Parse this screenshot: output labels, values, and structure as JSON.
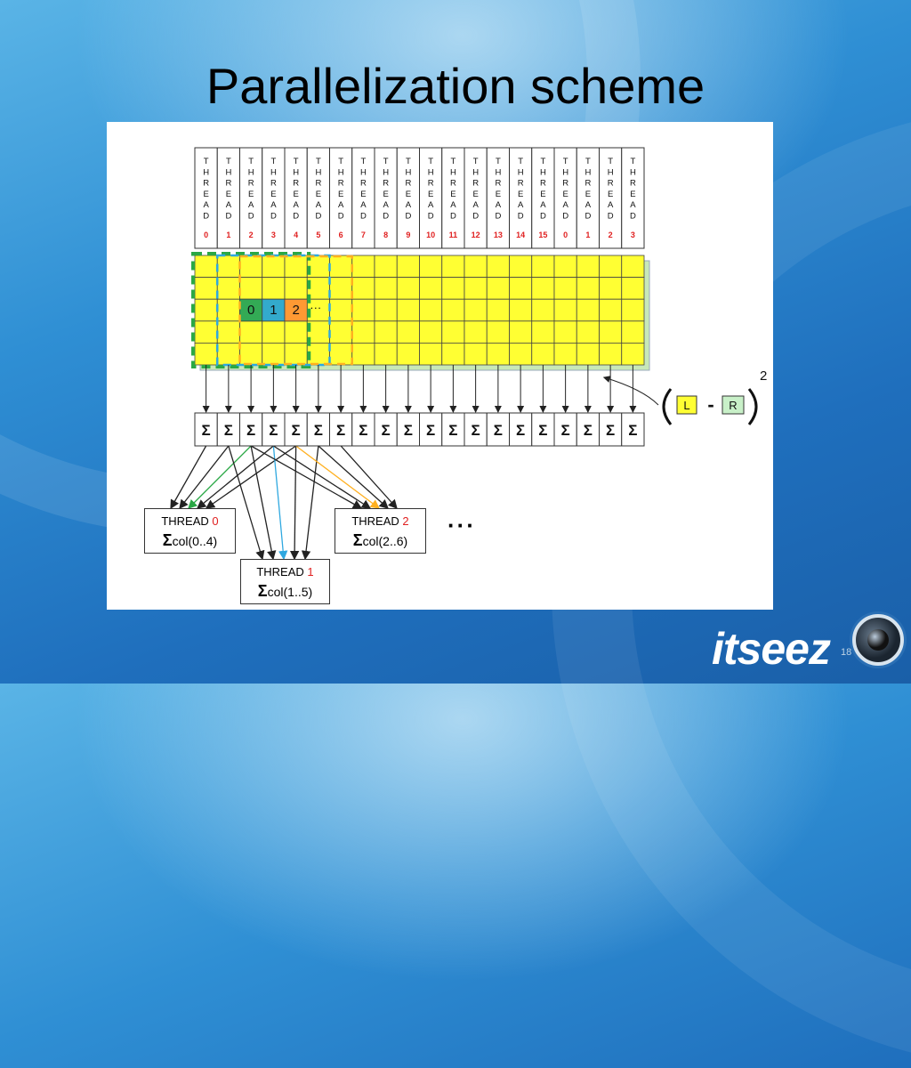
{
  "slide": {
    "title": "Parallelization scheme",
    "page_number": "18",
    "logo_text": "itseez"
  },
  "diagram": {
    "thread_header": {
      "letters": [
        "T",
        "H",
        "R",
        "E",
        "A",
        "D"
      ],
      "ids": [
        "0",
        "1",
        "2",
        "3",
        "4",
        "5",
        "6",
        "7",
        "8",
        "9",
        "10",
        "11",
        "12",
        "13",
        "14",
        "15",
        "0",
        "1",
        "2",
        "3"
      ]
    },
    "grid": {
      "columns": 20,
      "rows": 5,
      "fill_color": "#ffff33",
      "cell_labels": [
        "0",
        "1",
        "2"
      ],
      "cell_label_colors": [
        "#33aa55",
        "#33aacc",
        "#ff9933"
      ],
      "ellipsis": "···"
    },
    "sum_row": {
      "symbol": "Σ",
      "count": 20
    },
    "formula": {
      "left": "L",
      "right": "R",
      "minus": "-",
      "exponent": "2",
      "left_color": "#ffff33",
      "right_color": "#c8f0c8"
    },
    "thread_boxes": [
      {
        "label": "THREAD",
        "id": "0",
        "sigma": "Σ",
        "range": "col(0..4)",
        "color": "#33b060"
      },
      {
        "label": "THREAD",
        "id": "1",
        "sigma": "Σ",
        "range": "col(1..5)",
        "color": "#33b5e6"
      },
      {
        "label": "THREAD",
        "id": "2",
        "sigma": "Σ",
        "range": "col(2..6)",
        "color": "#ffc23a"
      }
    ],
    "more": "···",
    "line_colors": {
      "green": "#2aa845",
      "blue": "#2fa8e0",
      "orange": "#ffb020"
    }
  }
}
